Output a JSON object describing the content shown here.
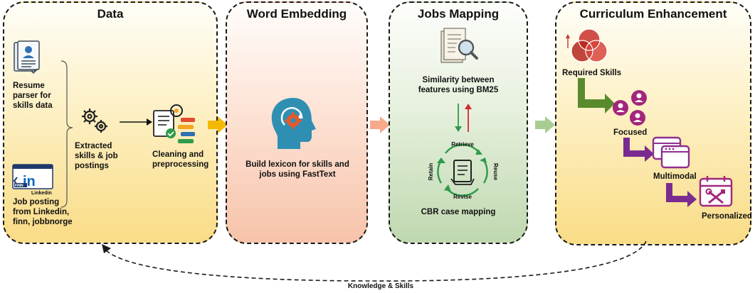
{
  "panels": {
    "data": {
      "title": "Data",
      "resume_label": "Resume\nparser for\nskills data",
      "job_label": "Job posting\nfrom Linkedin,\nfinn, jobbnorge",
      "linkedin_caption": "Linkedin",
      "linkedin_badge": "FINN",
      "extracted_label": "Extracted\nskills & job\npostings",
      "cleaning_label": "Cleaning and\npreprocessing"
    },
    "embedding": {
      "title": "Word Embedding",
      "lexicon_label": "Build lexicon for skills and\njobs using FastText"
    },
    "jobs": {
      "title": "Jobs Mapping",
      "similarity_label": "Similarity between\nfeatures using BM25",
      "cycle": {
        "retrieve": "Retrieve",
        "reuse": "Reuse",
        "revise": "Revise",
        "retain": "Retain"
      },
      "cbr_label": "CBR case mapping"
    },
    "curriculum": {
      "title": "Curriculum Enhancement",
      "steps": [
        "Required Skills",
        "Focused",
        "Multimodal",
        "Personalized"
      ]
    }
  },
  "feedback_label": "Knowledge & Skills",
  "colors": {
    "arrow_data": "#f5b800",
    "arrow_embed": "#f7a98a",
    "arrow_jobs": "#a9cc93",
    "green_step": "#5a8a2e",
    "purple_step": "#7a2b8f",
    "red_skill": "#c9302c",
    "blue_head": "#2f8fb3"
  }
}
